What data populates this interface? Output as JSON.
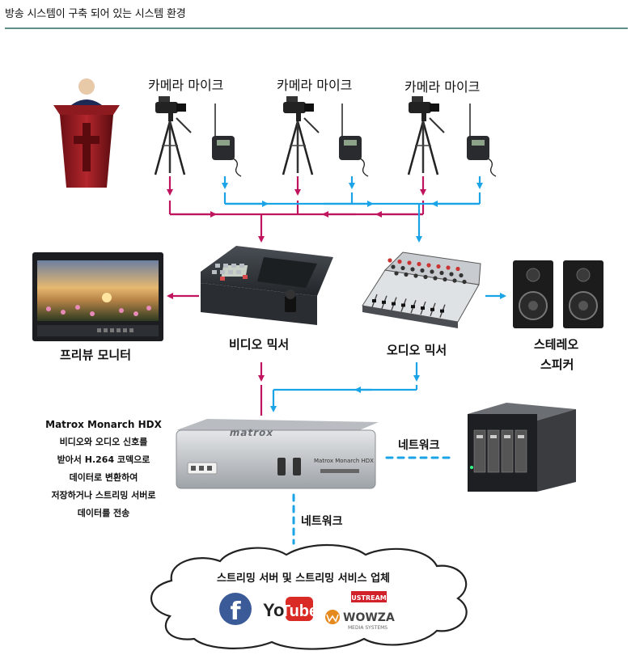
{
  "title": "방송 시스템이 구축 되어 있는 시스템 환경",
  "camera_groups": [
    {
      "label": "카메라 마이크"
    },
    {
      "label": "카메라 마이크"
    },
    {
      "label": "카메라 마이크"
    }
  ],
  "devices": {
    "preview_monitor": "프리뷰 모니터",
    "video_mixer": "비디오 믹서",
    "audio_mixer": "오디오 믹서",
    "speaker_line1": "스테레오",
    "speaker_line2": "스피커",
    "network_right": "네트워크",
    "network_bottom": "네트워크"
  },
  "encoder": {
    "lines": [
      "Matrox Monarch HDX",
      "비디오와 오디오 신호를",
      "받아서 H.264 코덱으로",
      "데이터로 변환하여",
      "저장하거나 스트리밍 서버로",
      "데이터를 전송"
    ],
    "brand": "matrox",
    "model": "Matrox Monarch HDX"
  },
  "cloud": {
    "label": "스트리밍 서버 및 스트리밍 서비스 업체",
    "services": [
      "YouTube",
      "USTREAM",
      "WOWZA",
      "MEDIA SYSTEMS"
    ]
  },
  "colors": {
    "video_line": "#c0145e",
    "audio_line": "#1aa3e6",
    "title_rule": "#5f8f86"
  },
  "icons": [
    "podium-icon",
    "video-camera-icon",
    "wireless-mic-icon",
    "monitor-icon",
    "video-mixer-icon",
    "audio-mixer-icon",
    "speaker-icon",
    "encoder-icon",
    "nas-icon",
    "cloud-icon",
    "facebook-icon",
    "youtube-icon",
    "ustream-icon",
    "wowza-icon"
  ]
}
